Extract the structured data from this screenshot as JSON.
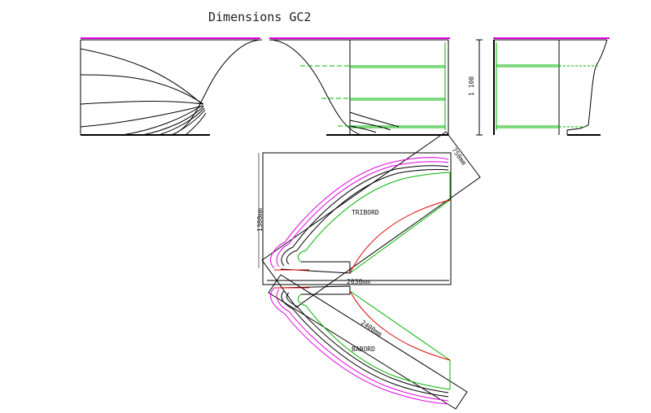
{
  "title": "Dimensions GC2",
  "labels": {
    "height_side": "1 100",
    "height_plan": "1380mm",
    "width_plan": "2030mm",
    "diag_top": "750mm",
    "diag_bottom": "2400mm",
    "tribord": "TRIBORD",
    "babord": "BABORD"
  },
  "colors": {
    "outline": "#000000",
    "edge_magenta": "#e100e1",
    "guide_green": "#00b400",
    "curve_red": "#e00000",
    "background": "#ffffff"
  }
}
